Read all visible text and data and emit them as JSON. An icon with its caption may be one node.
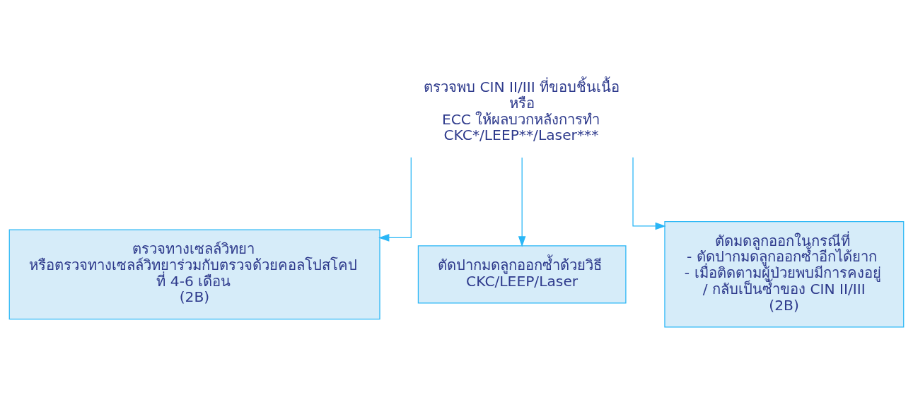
{
  "diagram": {
    "nodes": [
      {
        "text": [
          "ตรวจพบ CIN II/III ที่ขอบชิ้นเนื้อ",
          "หรือ",
          "ECC ให้ผลบวกหลังการทำ CKC*/LEEP**/Laser***"
        ]
      },
      {
        "text": [
          "ตรวจทางเซลล์วิทยา หรือตรวจทางเซลล์วิทยาร่วมกับตรวจด้วยคอลโปสโคป ที่ 4-6 เดือน",
          "(2B)"
        ]
      },
      {
        "text": [
          "ตัดปากมดลูกออกซ้ำด้วยวิธี",
          "CKC/LEEP/Laser"
        ]
      },
      {
        "text": [
          "ตัดมดลูกออกในกรณีที่",
          "- ตัดปากมดลูกออกซ้ำอีกได้ยาก",
          "- เมื่อติดตามผู้ป่วยพบมีการคงอยู่ / กลับเป็นซ้ำของ CIN II/III",
          "(2B)"
        ]
      }
    ],
    "edges": [
      {
        "from": 0,
        "to": 1,
        "arrow": "to"
      },
      {
        "from": 0,
        "to": 2,
        "arrow": "to"
      },
      {
        "from": 0,
        "to": 3,
        "arrow": "to"
      }
    ]
  }
}
